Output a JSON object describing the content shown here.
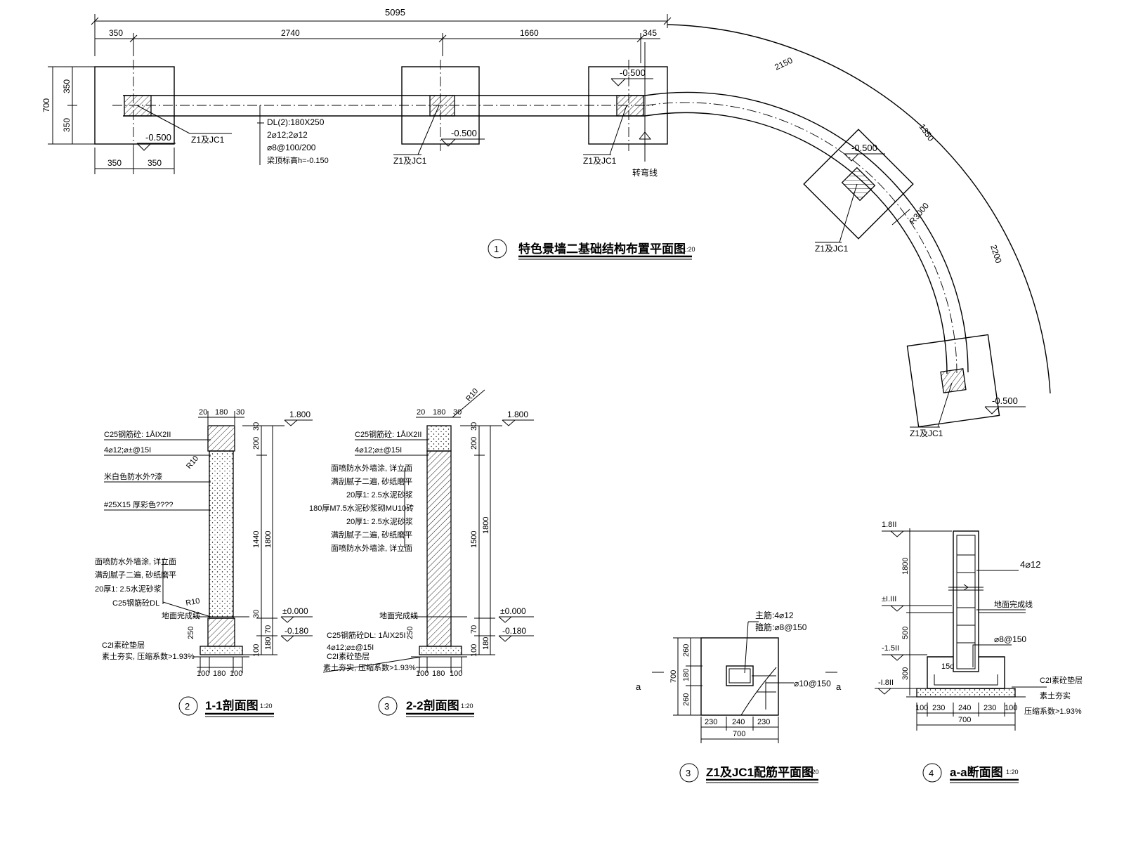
{
  "plan": {
    "overall_dim": "5095",
    "seg_dims": [
      "350",
      "2740",
      "1660",
      "345"
    ],
    "width_dims": [
      "350",
      "350"
    ],
    "bottom_dims": [
      "350",
      "350"
    ],
    "height_dim": "700",
    "elev": "-0.500",
    "col_tag": "Z1及JC1",
    "beam_note": [
      "DL(2):180X250",
      "2⌀12;2⌀12",
      "⌀8@100/200",
      "梁顶标高h=-0.150"
    ],
    "turn_line": "转弯线",
    "arc_dims": [
      "2150",
      "1350",
      "R3000",
      "2200"
    ],
    "title_num": "1",
    "title": "特色景墙二基础结构布置平面图",
    "scale": "1:20"
  },
  "sec1": {
    "top_dims": [
      "20",
      "180",
      "30"
    ],
    "bottom_dims": [
      "100",
      "180",
      "100"
    ],
    "vert_dims": [
      "200",
      "1440",
      "1800",
      "30",
      "30",
      "70",
      "180",
      "100",
      "250"
    ],
    "elevs": [
      "1.800",
      "±0.000",
      "-0.180"
    ],
    "radius": "R10",
    "notes_top": [
      "C25钢筋砼: 1ÅIX2II",
      "4⌀12;⌀±@15I",
      "米白色防水外?漆",
      "#25X15 厚彩色????"
    ],
    "notes_bot": [
      "面喷防水外墙涂, 详立面",
      "满刮腻子二遍, 砂纸磨平",
      "20厚1: 2.5水泥砂浆",
      "C25钢筋砼DL"
    ],
    "ground": "地面完成线",
    "base_notes": [
      "C2I素砼垫层",
      "素土夯实, 压缩系数>1.93%"
    ],
    "title_num": "2",
    "title": "1-1剖面图",
    "scale": "1:20"
  },
  "sec2": {
    "top_dims": [
      "20",
      "180",
      "30"
    ],
    "bottom_dims": [
      "100",
      "180",
      "100"
    ],
    "vert_dims": [
      "200",
      "1500",
      "1800",
      "30",
      "70",
      "180",
      "100",
      "250"
    ],
    "elevs": [
      "1.800",
      "±0.000",
      "-0.180"
    ],
    "radius": "R10",
    "notes_top": [
      "C25钢筋砼: 1ÅIX2II",
      "4⌀12;⌀±@15I"
    ],
    "layers": [
      "面喷防水外墙涂, 详立面",
      "满刮腻子二遍, 砂纸磨平",
      "20厚1: 2.5水泥砂浆",
      "180厚M7.5水泥砂浆砌MU10砖",
      "20厚1: 2.5水泥砂浆",
      "满刮腻子二遍, 砂纸磨平",
      "面喷防水外墙涂, 详立面"
    ],
    "ground": "地面完成线",
    "base_notes": [
      "C25钢筋砼DL: 1ÅIX25I",
      "4⌀12;⌀±@15I",
      "C2I素砼垫层",
      "素土夯实, 压缩系数>1.93%"
    ],
    "title_num": "3",
    "title": "2-2剖面图",
    "scale": "1:20"
  },
  "rebar_plan": {
    "main_bar": "主筋:4⌀12",
    "stirrup": "箍筋:⌀8@150",
    "bottom_bar": "⌀10@150",
    "cut": "a",
    "vert_dims": [
      "260",
      "180",
      "260",
      "700"
    ],
    "horiz_dims": [
      "230",
      "240",
      "230",
      "700"
    ],
    "title_num": "3",
    "title": "Z1及JC1配筋平面图",
    "scale": "1:20"
  },
  "aa_sec": {
    "elevs": [
      "1.8II",
      "±I.III",
      "-1.5II",
      "-I.8II"
    ],
    "vert_dims": [
      "1800",
      "500",
      "300"
    ],
    "rebar": "4⌀12",
    "ground": "地面完成线",
    "stirrup": "⌀8@150",
    "anchor": "15d",
    "pad": "C2I素砼垫层",
    "soil": "素土夯实",
    "soil2": "压缩系数>1.93%",
    "bottom_dims": [
      "100",
      "230",
      "240",
      "230",
      "100",
      "700"
    ],
    "title_num": "4",
    "title": "a-a断面图",
    "scale": "1:20"
  }
}
